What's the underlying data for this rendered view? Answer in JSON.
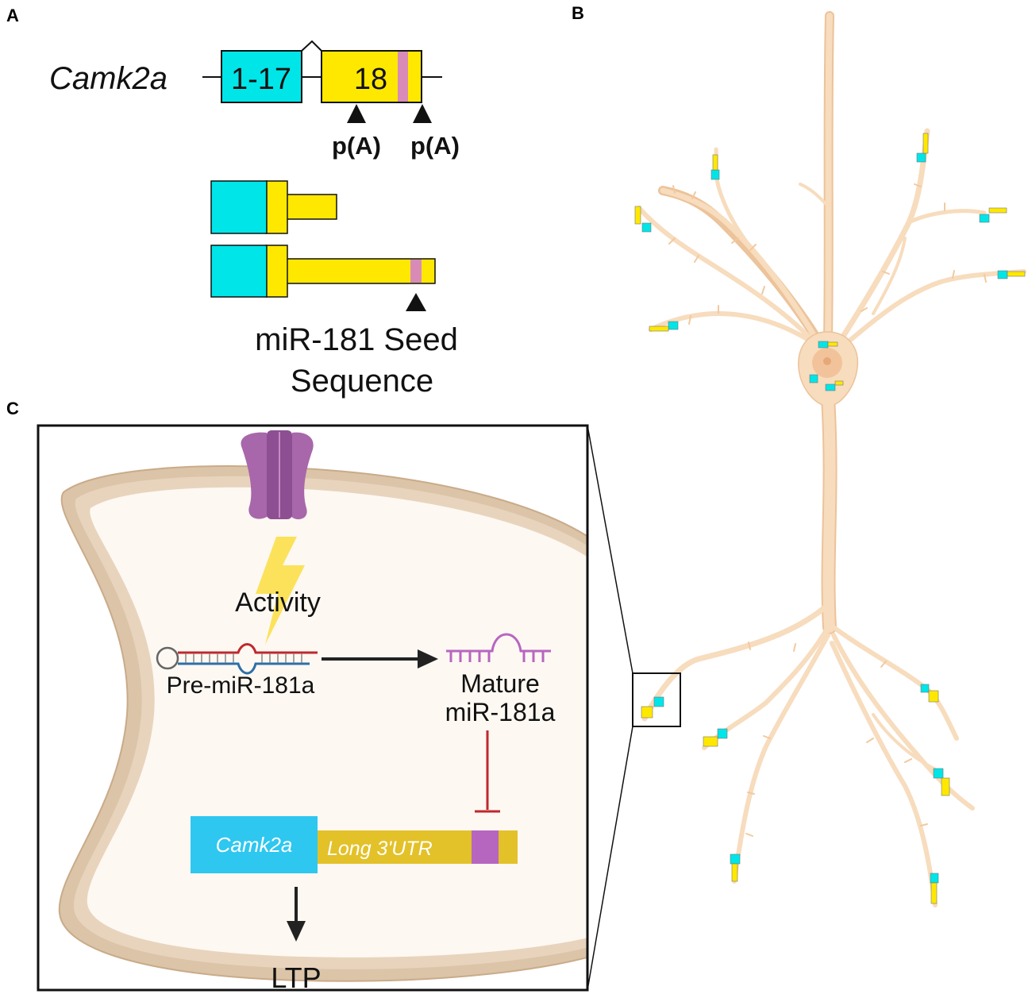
{
  "panels": {
    "a": {
      "letter": "A",
      "gene_label": "Camk2a",
      "exon1_label": "1-17",
      "exon2_label": "18",
      "polya_label": "p(A)",
      "seed_label_line1": "miR-181 Seed",
      "seed_label_line2": "Sequence"
    },
    "b": {
      "letter": "B"
    },
    "c": {
      "letter": "C",
      "activity_label": "Activity",
      "pre_mir_label": "Pre-miR-181a",
      "mature_line1": "Mature",
      "mature_line2": "miR-181a",
      "gene_box_label": "Camk2a",
      "utr_label": "Long 3'UTR",
      "ltp_label": "LTP"
    }
  },
  "colors": {
    "cyan": "#00e5e8",
    "yellow": "#ffe800",
    "pink": "#d98bb8",
    "neuron": "#f7dcbd",
    "neuron_edge": "#ecc39a",
    "cell_membrane": "#d6bc9f",
    "cytoplasm": "#fdf8f2",
    "channel": "#a767aa",
    "lightning": "#fbe25a",
    "mir_purple": "#b766c0",
    "gene_cyan": "#2ec7f0",
    "utr_gold": "#e3c129",
    "inhibit_red": "#c0282d"
  }
}
